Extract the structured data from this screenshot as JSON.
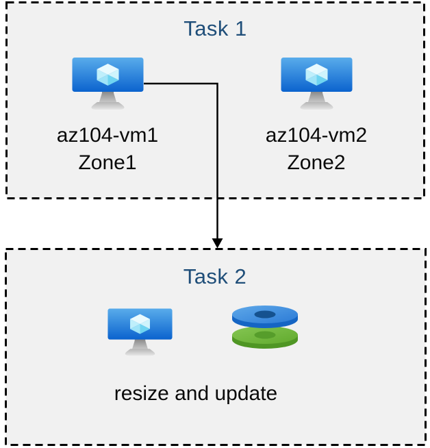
{
  "task1": {
    "title": "Task 1",
    "vms": [
      {
        "name": "az104-vm1",
        "zone": "Zone1",
        "icon": "virtual-machine-icon"
      },
      {
        "name": "az104-vm2",
        "zone": "Zone2",
        "icon": "virtual-machine-icon"
      }
    ]
  },
  "task2": {
    "title": "Task 2",
    "caption": "resize and update",
    "icons": [
      "virtual-machine-icon",
      "managed-disks-icon"
    ]
  },
  "connector": {
    "from": "az104-vm1",
    "to": "Task 2",
    "shape": "elbow-arrow-down"
  },
  "colors": {
    "task_title": "#1f4e79",
    "box_background": "#f1f1f1",
    "box_border": "#000000",
    "label_text": "#0a0a0a",
    "arrow": "#000000",
    "vm_screen_top": "#59aceb",
    "vm_screen_bottom": "#0b63ce",
    "disk_blue_top": "#3f8fdf",
    "disk_blue_side": "#1565c4",
    "disk_blue_hole": "#15528f",
    "disk_green_top": "#6fb63a",
    "disk_green_side": "#4f9624",
    "disk_green_hole": "#569d2b"
  }
}
